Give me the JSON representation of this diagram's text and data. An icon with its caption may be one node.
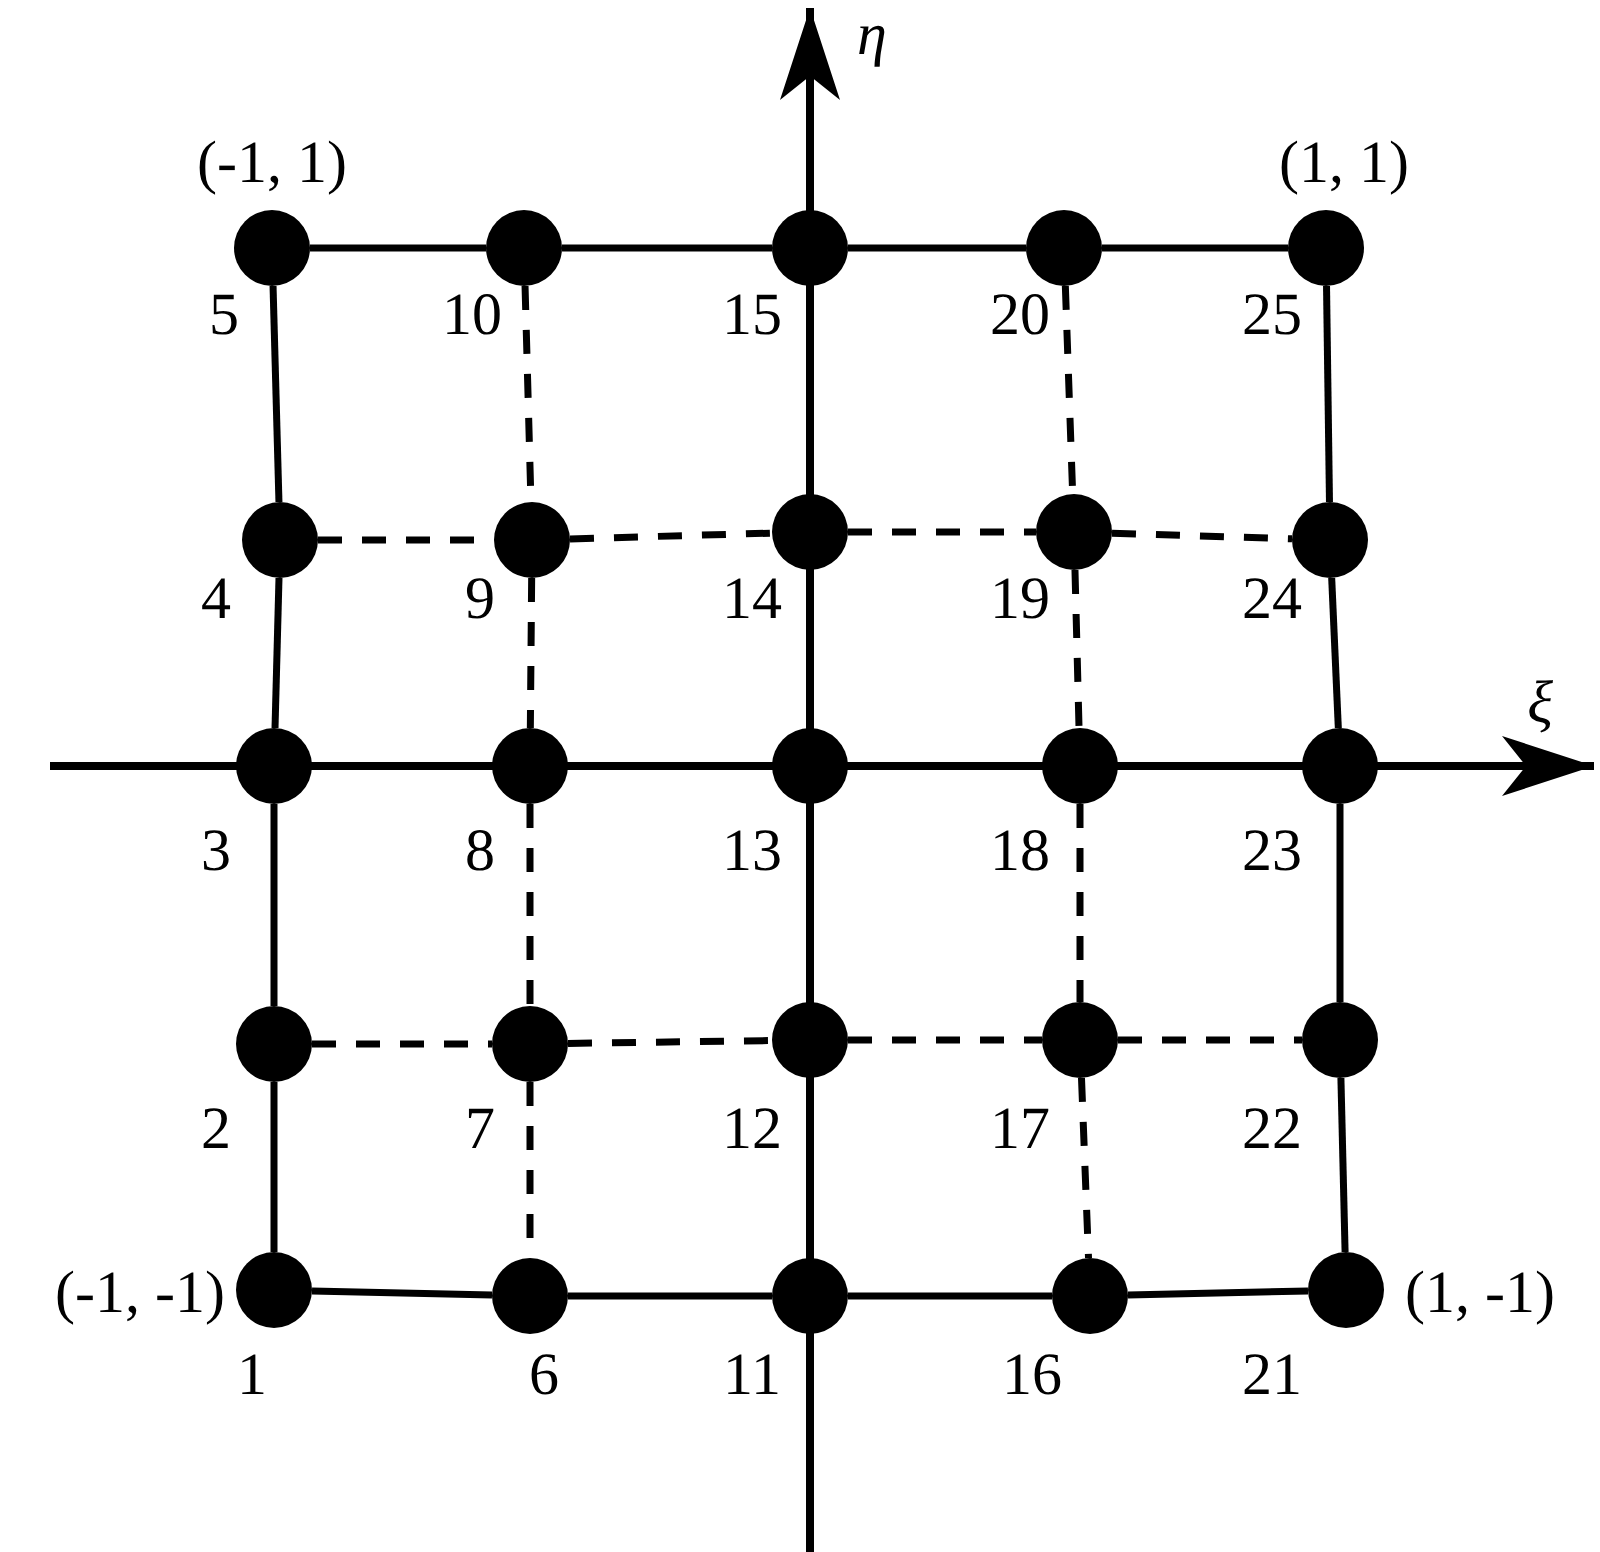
{
  "diagram": {
    "nodes": [
      {
        "text": [],
        "shape": "circle",
        "beside": [
          "1",
          "(-1, -1)"
        ]
      },
      {
        "text": [],
        "shape": "circle",
        "beside": [
          "2"
        ]
      },
      {
        "text": [],
        "shape": "circle",
        "beside": [
          "3"
        ]
      },
      {
        "text": [],
        "shape": "circle",
        "beside": [
          "4"
        ]
      },
      {
        "text": [],
        "shape": "circle",
        "beside": [
          "5",
          "(-1, 1)"
        ]
      },
      {
        "text": [],
        "shape": "circle",
        "beside": [
          "6"
        ]
      },
      {
        "text": [],
        "shape": "circle",
        "beside": [
          "7"
        ]
      },
      {
        "text": [],
        "shape": "circle",
        "beside": [
          "8"
        ]
      },
      {
        "text": [],
        "shape": "circle",
        "beside": [
          "9"
        ]
      },
      {
        "text": [],
        "shape": "circle",
        "beside": [
          "10"
        ]
      },
      {
        "text": [],
        "shape": "circle",
        "beside": [
          "11"
        ]
      },
      {
        "text": [],
        "shape": "circle",
        "beside": [
          "12"
        ]
      },
      {
        "text": [],
        "shape": "circle",
        "beside": [
          "13"
        ]
      },
      {
        "text": [],
        "shape": "circle",
        "beside": [
          "14"
        ]
      },
      {
        "text": [],
        "shape": "circle",
        "beside": [
          "15"
        ]
      },
      {
        "text": [],
        "shape": "circle",
        "beside": [
          "16"
        ]
      },
      {
        "text": [],
        "shape": "circle",
        "beside": [
          "17"
        ]
      },
      {
        "text": [],
        "shape": "circle",
        "beside": [
          "18"
        ]
      },
      {
        "text": [],
        "shape": "circle",
        "beside": [
          "19"
        ]
      },
      {
        "text": [],
        "shape": "circle",
        "beside": [
          "20"
        ]
      },
      {
        "text": [],
        "shape": "circle",
        "beside": [
          "21",
          "(1, -1)"
        ]
      },
      {
        "text": [],
        "shape": "circle",
        "beside": [
          "22"
        ]
      },
      {
        "text": [],
        "shape": "circle",
        "beside": [
          "23"
        ]
      },
      {
        "text": [],
        "shape": "circle",
        "beside": [
          "24"
        ]
      },
      {
        "text": [],
        "shape": "circle",
        "beside": [
          "25",
          "(1, 1)"
        ]
      }
    ],
    "edges": [
      {
        "from": 0,
        "to": 1,
        "arrow": "none"
      },
      {
        "from": 1,
        "to": 2,
        "arrow": "none"
      },
      {
        "from": 2,
        "to": 3,
        "arrow": "none"
      },
      {
        "from": 3,
        "to": 4,
        "arrow": "none"
      },
      {
        "from": 4,
        "to": 9,
        "arrow": "none"
      },
      {
        "from": 9,
        "to": 14,
        "arrow": "none"
      },
      {
        "from": 14,
        "to": 19,
        "arrow": "none"
      },
      {
        "from": 19,
        "to": 24,
        "arrow": "none"
      },
      {
        "from": 24,
        "to": 23,
        "arrow": "none"
      },
      {
        "from": 23,
        "to": 22,
        "arrow": "none"
      },
      {
        "from": 22,
        "to": 21,
        "arrow": "none"
      },
      {
        "from": 21,
        "to": 20,
        "arrow": "none"
      },
      {
        "from": 0,
        "to": 5,
        "arrow": "none"
      },
      {
        "from": 5,
        "to": 10,
        "arrow": "none"
      },
      {
        "from": 10,
        "to": 15,
        "arrow": "none"
      },
      {
        "from": 15,
        "to": 20,
        "arrow": "none"
      },
      {
        "from": 3,
        "to": 8,
        "arrow": "none",
        "style": "dashed"
      },
      {
        "from": 8,
        "to": 13,
        "arrow": "none",
        "style": "dashed"
      },
      {
        "from": 13,
        "to": 18,
        "arrow": "none",
        "style": "dashed"
      },
      {
        "from": 18,
        "to": 23,
        "arrow": "none",
        "style": "dashed"
      },
      {
        "from": 2,
        "to": 7,
        "arrow": "none",
        "style": "dashed"
      },
      {
        "from": 7,
        "to": 12,
        "arrow": "none",
        "style": "dashed"
      },
      {
        "from": 12,
        "to": 17,
        "arrow": "none",
        "style": "dashed"
      },
      {
        "from": 17,
        "to": 22,
        "arrow": "none",
        "style": "dashed"
      },
      {
        "from": 1,
        "to": 6,
        "arrow": "none",
        "style": "dashed"
      },
      {
        "from": 6,
        "to": 11,
        "arrow": "none",
        "style": "dashed"
      },
      {
        "from": 11,
        "to": 16,
        "arrow": "none",
        "style": "dashed"
      },
      {
        "from": 16,
        "to": 21,
        "arrow": "none",
        "style": "dashed"
      },
      {
        "from": 9,
        "to": 8,
        "arrow": "none",
        "style": "dashed"
      },
      {
        "from": 8,
        "to": 7,
        "arrow": "none",
        "style": "dashed"
      },
      {
        "from": 7,
        "to": 6,
        "arrow": "none",
        "style": "dashed"
      },
      {
        "from": 6,
        "to": 5,
        "arrow": "none",
        "style": "dashed"
      },
      {
        "from": 14,
        "to": 13,
        "arrow": "none",
        "style": "dashed"
      },
      {
        "from": 13,
        "to": 12,
        "arrow": "none",
        "style": "dashed"
      },
      {
        "from": 12,
        "to": 11,
        "arrow": "none",
        "style": "dashed"
      },
      {
        "from": 11,
        "to": 10,
        "arrow": "none",
        "style": "dashed"
      },
      {
        "from": 19,
        "to": 18,
        "arrow": "none",
        "style": "dashed"
      },
      {
        "from": 18,
        "to": 17,
        "arrow": "none",
        "style": "dashed"
      },
      {
        "from": 17,
        "to": 16,
        "arrow": "none",
        "style": "dashed"
      },
      {
        "from": 16,
        "to": 15,
        "arrow": "none",
        "style": "dashed"
      }
    ],
    "labels": [
      "η",
      "ξ"
    ]
  }
}
